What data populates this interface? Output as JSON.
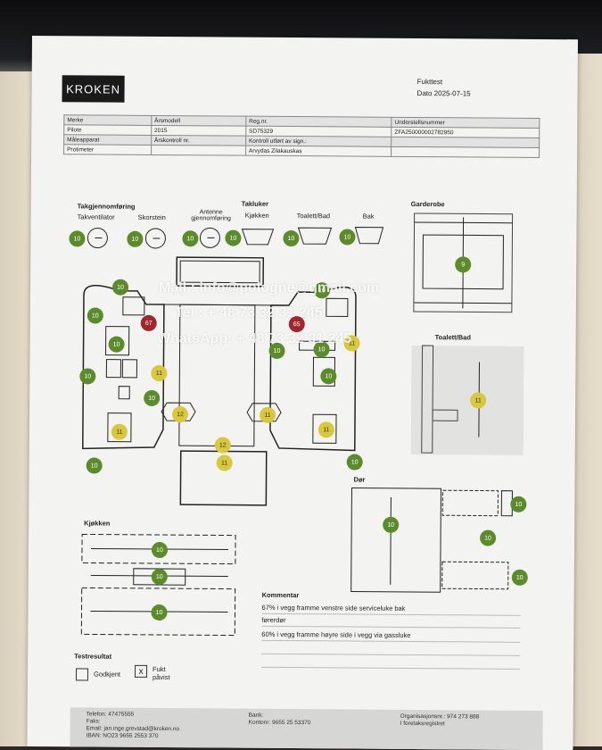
{
  "header": {
    "logo": "KROKEN",
    "doc_title": "Fukttest",
    "date_label": "Dato",
    "date": "2025-07-15"
  },
  "info_table": {
    "merke_label": "Merke",
    "merke": "Pilote",
    "arsmodell_label": "Årsmodell",
    "arsmodell": "2015",
    "regnr_label": "Reg.nr.",
    "regnr": "SD75329",
    "understell_label": "Understellsnummer",
    "understell": "ZFA250000002782950",
    "maleapparat_label": "Måleapparat",
    "maleapparat": "Protimeter",
    "arskontroll_label": "Årskontroll nr.",
    "arskontroll": "",
    "kontroll_label": "Kontroll utført av sign.:",
    "kontroll": "Arvydas Zilakauskas"
  },
  "sections": {
    "takgjennomforing": "Takgjennomføring",
    "takventilator": "Takventilator",
    "skorstein": "Skorstein",
    "antenne": "Antenne gjennomføring",
    "takluker": "Takluker",
    "kjokken_top": "Kjøkken",
    "toalett_bad_top": "Toalett/Bad",
    "bak": "Bak",
    "garderobe": "Garderobe",
    "toalett_bad": "Toalett/Bad",
    "dor": "Dør",
    "kjokken": "Kjøkken",
    "kommentar": "Kommentar",
    "testresultat": "Testresultat",
    "godkjent": "Godkjent",
    "fukt_pavist": "Fukt påvist",
    "fukt_mark": "X"
  },
  "readings": {
    "takventilator": "10",
    "skorstein": "10",
    "antenne": "10",
    "kjokken": "10",
    "toalett": "10",
    "bak": "10",
    "garderobe": "9",
    "plan": [
      "10",
      "10",
      "10",
      "67",
      "10",
      "10",
      "11",
      "10",
      "12",
      "11",
      "11",
      "12",
      "11",
      "11",
      "10",
      "10",
      "65",
      "10",
      "11",
      "10",
      "10"
    ],
    "toalett_bad": "11",
    "dor_main": "10",
    "dor_a": "10",
    "dor_b": "10",
    "dor_c": "10",
    "kjokken_a": "10",
    "kjokken_b": "10",
    "kjokken_c": "10"
  },
  "comments": [
    "67% i vegg framme venstre side serviceluke bak",
    "førerdør",
    "60% i vegg framme høyre side i vegg via gassluke"
  ],
  "watermark": {
    "line1": "Mail : info@pologne@gmail.com",
    "line2": "Tel : + 48 73 32 31 245",
    "line3": "WhatsApp: + 48 73 32 31 245"
  },
  "footer": {
    "telefon": "Telefon: 47475555",
    "faks": "Faks:",
    "email": "Email: jan.inge.grevstad@kroken.no",
    "iban": "IBAN: NO23 9655 2553 370",
    "bank": "Bank:",
    "kontonr": "Kontonr: 9655 25 53370",
    "orgnr": "Organisasjonsnr.: 974 273 888",
    "foretak": "I foretaksregistret"
  },
  "colors": {
    "green": "#5b8c2a",
    "yellow": "#d8c83a",
    "red": "#a3262a"
  }
}
